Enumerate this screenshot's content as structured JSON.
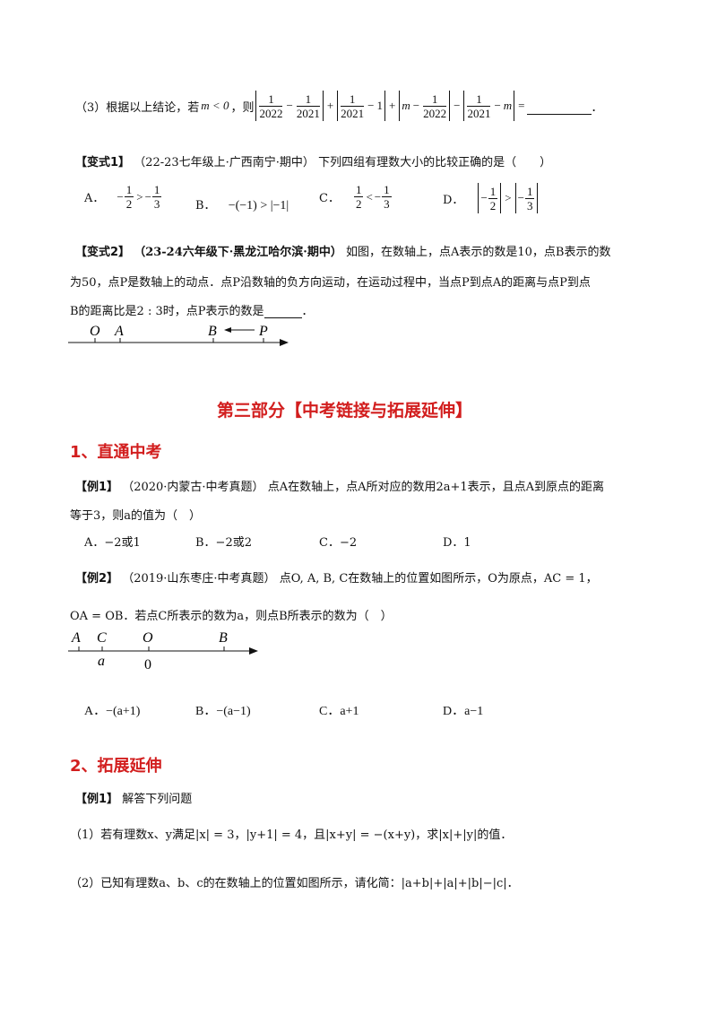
{
  "item3": {
    "number": "（3）",
    "text1": "根据以上结论，若",
    "cond": "m < 0",
    "text2": "，则",
    "f1": "1",
    "d2022": "2022",
    "d2021": "2021",
    "one": "1",
    "m": "m",
    "minus": "−",
    "plus": "+",
    "eq": "="
  },
  "bianshi1": {
    "tag": "【变式1】",
    "source": "（22-23七年级上·广西南宁·期中）",
    "stem": "下列四组有理数大小的比较正确的是（　　）",
    "opts": [
      "A．",
      "B．",
      "C．",
      "D．"
    ],
    "b_expr": "−(−1) > |−1|"
  },
  "bianshi2": {
    "tag": "【变式2】",
    "source": "（23-24六年级下·黑龙江哈尔滨·期中）",
    "line1": "如图，在数轴上，点A表示的数是10，点B表示的数",
    "line2": "为50，点P是数轴上的动点．点P沿数轴的负方向运动，在运动过程中，当点P到点A的距离与点P到点",
    "line3a": "B的距离比是2 : 3时，点P表示的数是",
    "line3b": "．",
    "axis": {
      "labels": [
        "O",
        "A",
        "B",
        "P"
      ]
    }
  },
  "part3": {
    "title": "第三部分【中考链接与拓展延伸】"
  },
  "sec1": {
    "title": "1、直通中考"
  },
  "ex1": {
    "tag": "【例1】",
    "source": "（2020·内蒙古·中考真题）",
    "line1": "点A在数轴上，点A所对应的数用2a+1表示，且点A到原点的距离",
    "line2": "等于3，则a的值为（　）",
    "opts": [
      "A．−2或1",
      "B．−2或2",
      "C．−2",
      "D．1"
    ]
  },
  "ex2": {
    "tag": "【例2】",
    "source": "（2019·山东枣庄·中考真题）",
    "line1": "点O, A, B, C在数轴上的位置如图所示，O为原点，AC = 1，",
    "line2": "OA = OB．若点C所表示的数为a，则点B所表示的数为（　）",
    "axis": {
      "labels": [
        "A",
        "C",
        "O",
        "B"
      ],
      "below": [
        "a",
        "0"
      ]
    },
    "opts": [
      "A．−(a+1)",
      "B．−(a−1)",
      "C．a+1",
      "D．a−1"
    ]
  },
  "sec2": {
    "title": "2、拓展延伸"
  },
  "ex3": {
    "tag": "【例1】",
    "stem": "解答下列问题",
    "q1": "（1）若有理数x、y满足|x| = 3，|y+1| = 4，且|x+y| = −(x+y)，求|x|+|y|的值．",
    "q2": "（2）已知有理数a、b、c的在数轴上的位置如图所示，请化简：|a+b|+|a|+|b|−|c|．"
  }
}
